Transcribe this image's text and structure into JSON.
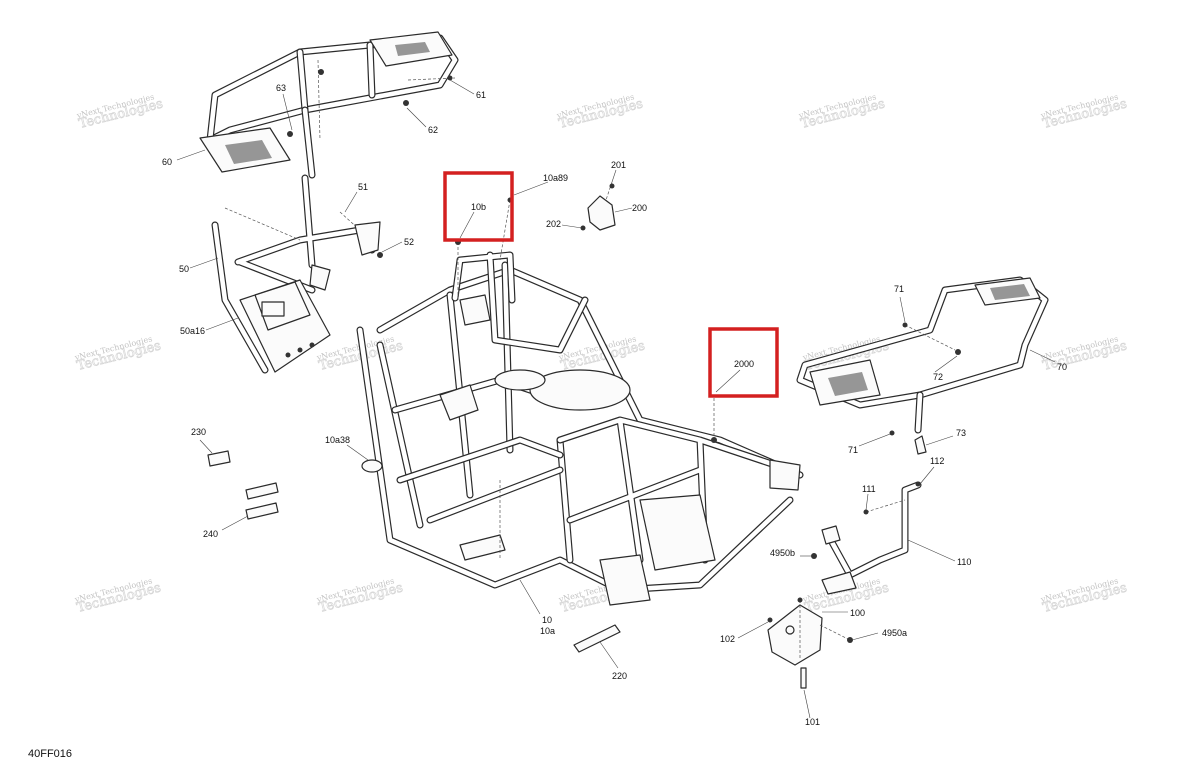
{
  "diagram_id": "40FF016",
  "watermark": {
    "line1": "vNext Technologies",
    "line2": "Technologies"
  },
  "callouts": {
    "c63": "63",
    "c61": "61",
    "c62": "62",
    "c60": "60",
    "c51": "51",
    "c52": "52",
    "c50": "50",
    "c50a16": "50a16",
    "c10b": "10b",
    "c10a89": "10a89",
    "c201": "201",
    "c200": "200",
    "c202": "202",
    "c2000": "2000",
    "c71a": "71",
    "c72": "72",
    "c70": "70",
    "c71b": "71",
    "c73": "73",
    "c230": "230",
    "c240": "240",
    "c10a38": "10a38",
    "c112": "112",
    "c111": "111",
    "c110": "110",
    "c4950b": "4950b",
    "c100": "100",
    "c4950a": "4950a",
    "c102": "102",
    "c101": "101",
    "c10": "10",
    "c10a": "10a",
    "c220": "220"
  },
  "highlight_color": "#d42020"
}
